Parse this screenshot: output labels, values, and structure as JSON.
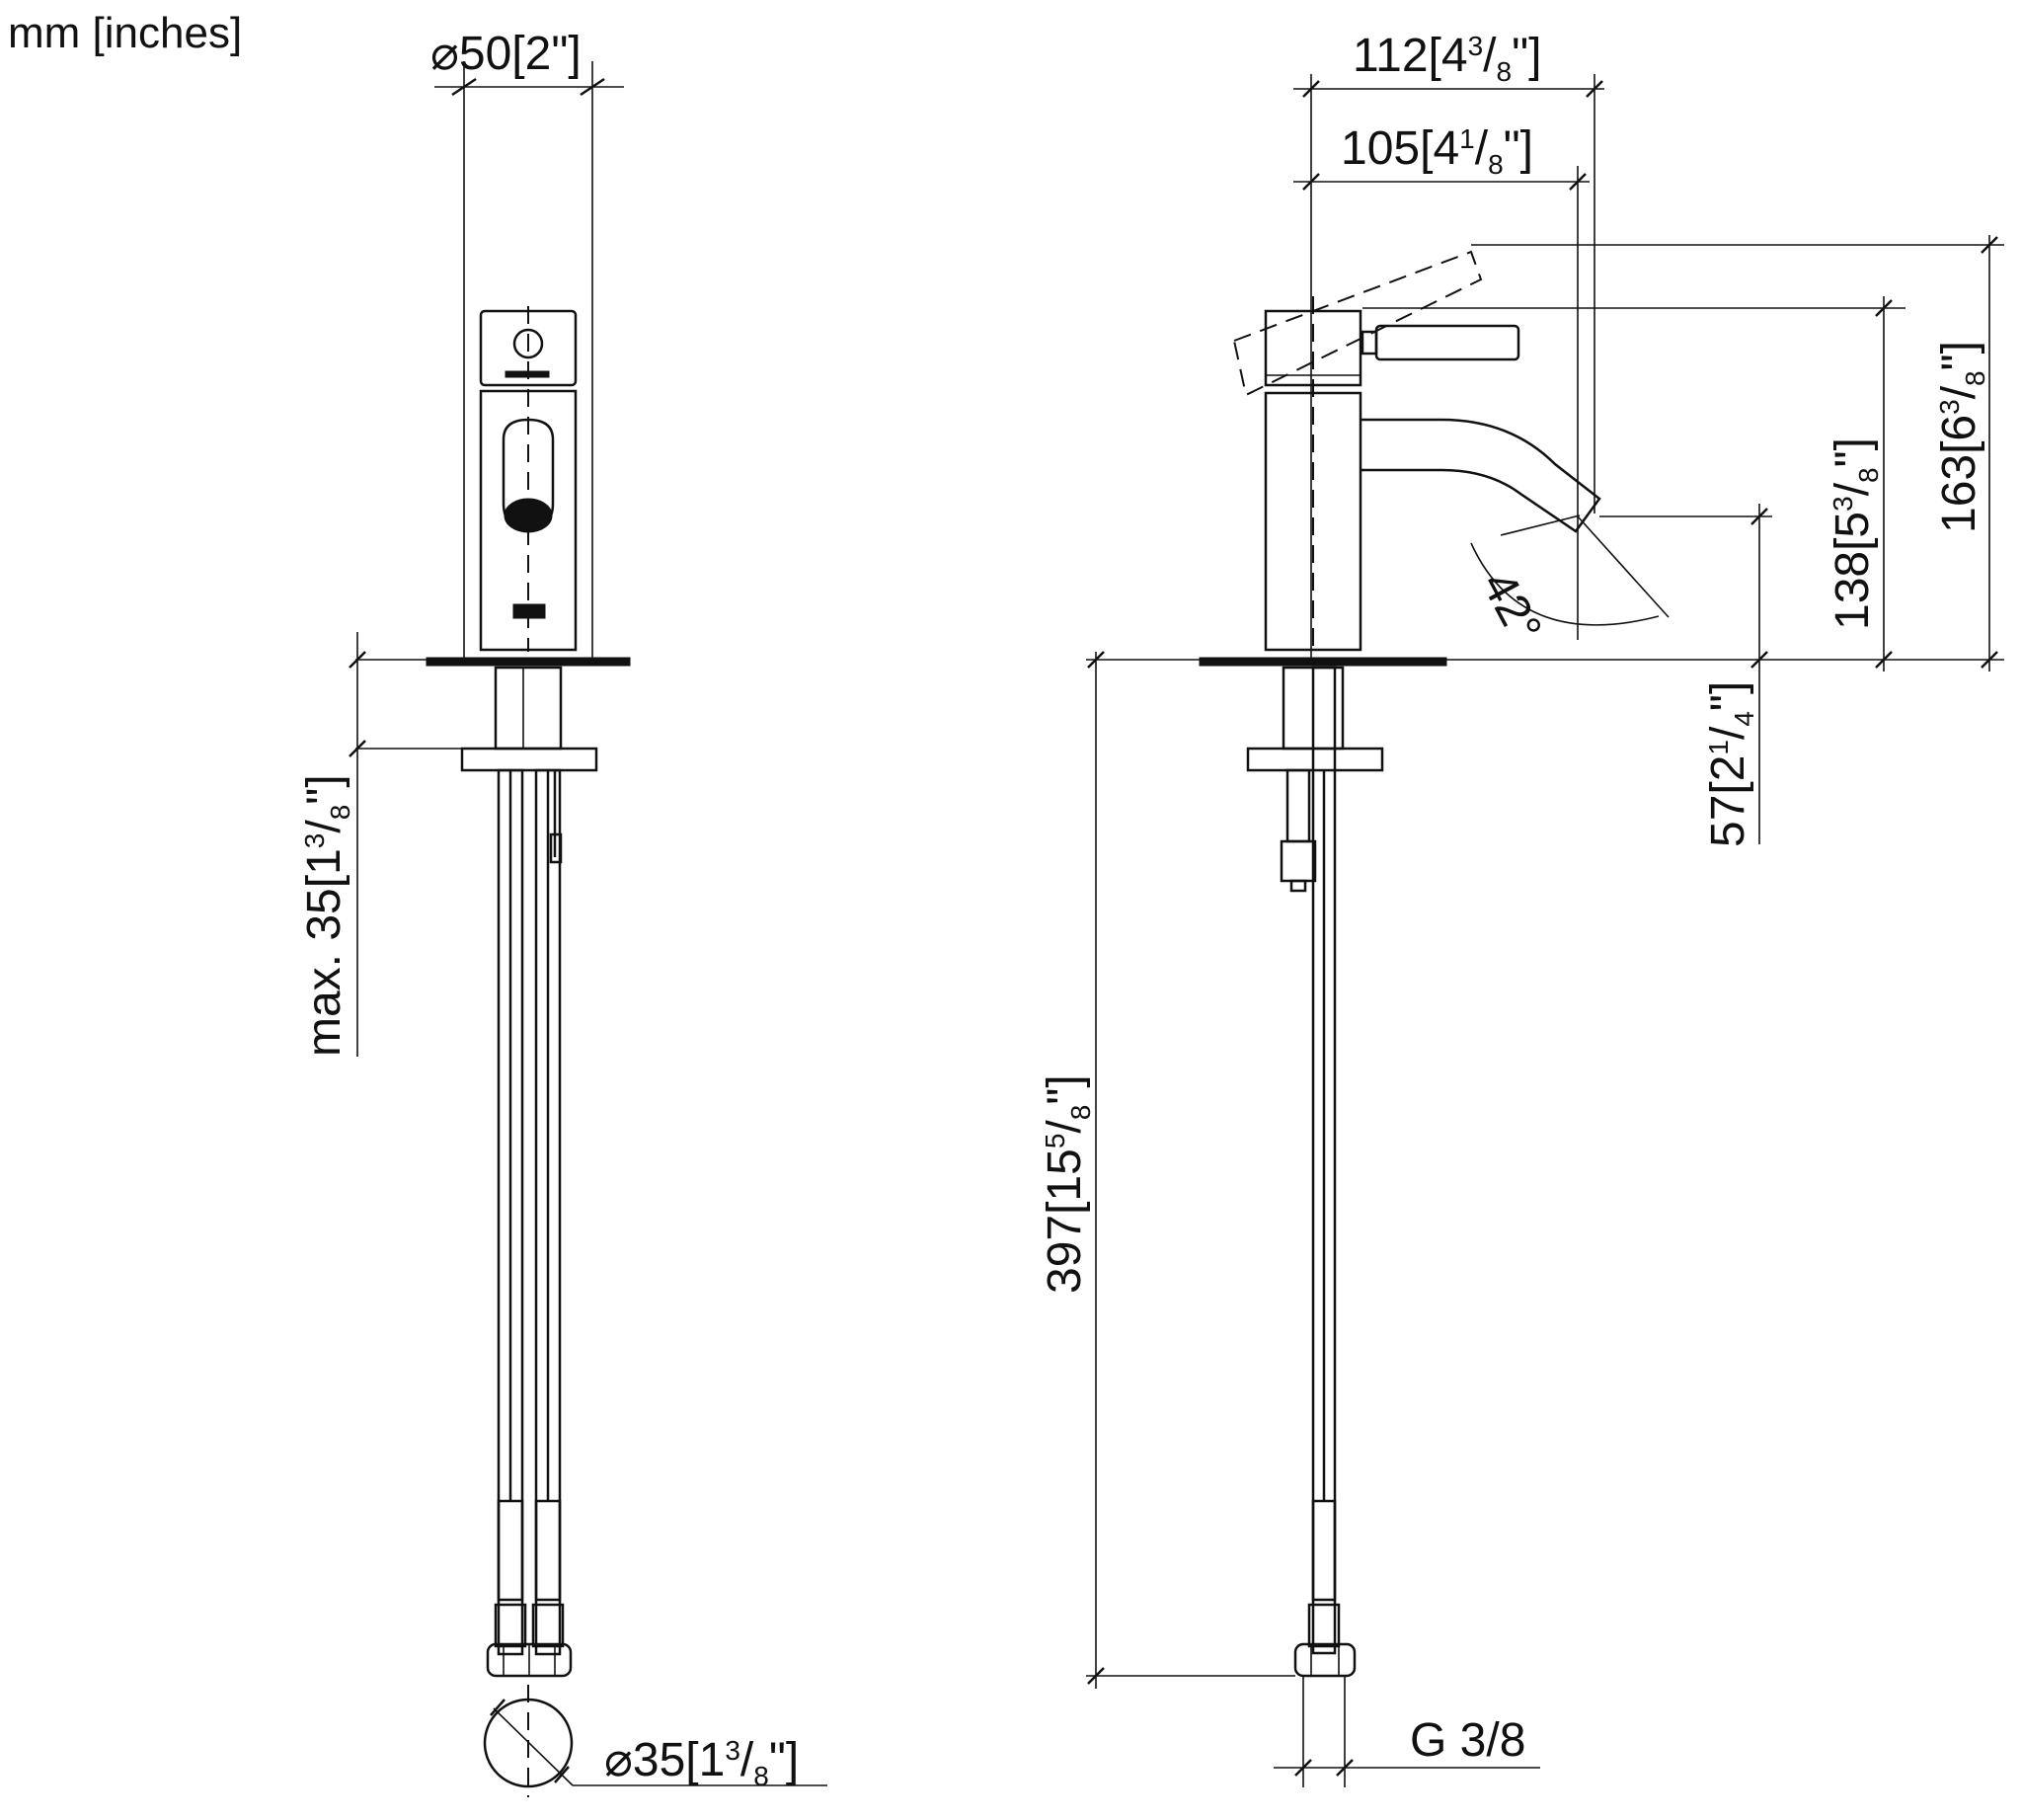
{
  "units_label": "mm [inches]",
  "dimensions": {
    "top_diameter": {
      "symbol": "⌀",
      "mm": "50",
      "inch": "2\""
    },
    "overall_depth": {
      "mm": "112",
      "whole": "4",
      "num": "3",
      "den": "8"
    },
    "spout_reach": {
      "mm": "105",
      "whole": "4",
      "num": "1",
      "den": "8"
    },
    "total_height": {
      "mm": "163",
      "whole": "6",
      "num": "3",
      "den": "8"
    },
    "lever_height": {
      "mm": "138",
      "whole": "5",
      "num": "3",
      "den": "8"
    },
    "spout_height": {
      "mm": "57",
      "whole": "2",
      "num": "1",
      "den": "4"
    },
    "lever_angle": {
      "value": "42°"
    },
    "counter_thickness": {
      "prefix": "max.",
      "mm": "35",
      "whole": "1",
      "num": "3",
      "den": "8"
    },
    "hose_length": {
      "mm": "397",
      "whole": "15",
      "num": "5",
      "den": "8"
    },
    "hole_diameter": {
      "symbol": "⌀",
      "mm": "35",
      "whole": "1",
      "num": "3",
      "den": "8"
    },
    "connection_thread": {
      "value": "G 3/8"
    }
  }
}
